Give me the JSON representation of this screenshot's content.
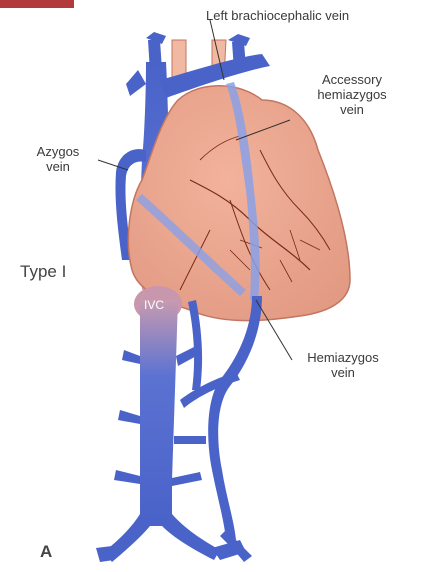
{
  "figure": {
    "labels": {
      "left_brachiocephalic": "Left brachiocephalic vein",
      "accessory_hemiazygos": [
        "Accessory",
        "hemiazygos",
        "vein"
      ],
      "azygos": [
        "Azygos",
        "vein"
      ],
      "type": "Type I",
      "ivc": "IVC",
      "hemiazygos": [
        "Hemiazygos",
        "vein"
      ],
      "panel": "A"
    },
    "colors": {
      "vein": "#4a63c9",
      "vein_dark": "#2f45a8",
      "vein_light": "#7f93e0",
      "heart": "#e9a48d",
      "heart_dark": "#c27560",
      "vessel_line": "#7a2a1a",
      "aorta": "#f1b8a2",
      "corner_tab": "#b33a3a"
    }
  }
}
